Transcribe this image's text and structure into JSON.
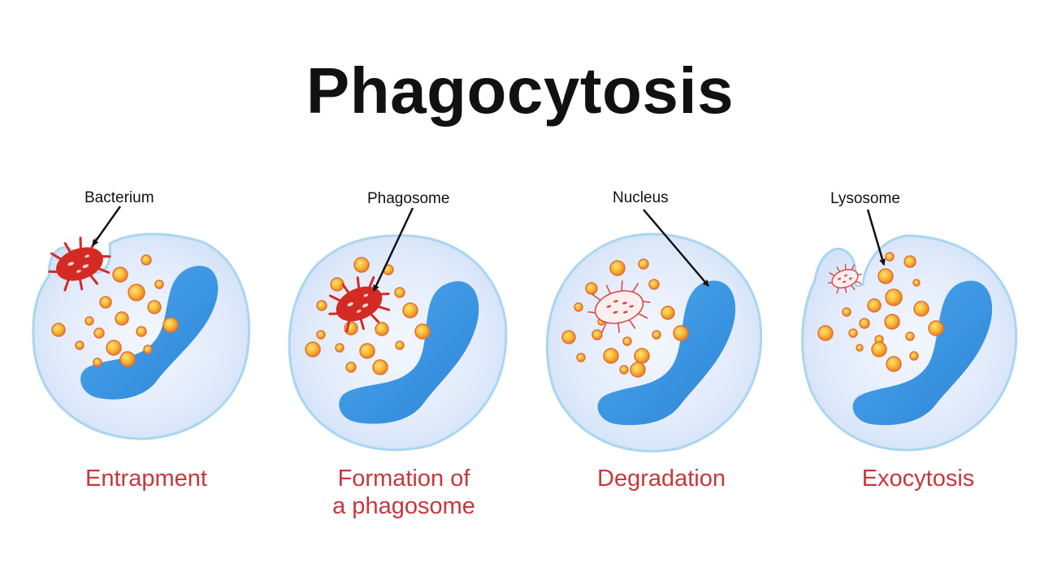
{
  "title": "Phagocytosis",
  "colors": {
    "cell_fill": "#e3ecfb",
    "cell_border": "#a9d6f0",
    "cytoplasm_center": "#eef3fd",
    "nucleus": "#3f9be6",
    "granule": "#f7b52c",
    "granule_rim": "#e0703a",
    "bacterium": "#d42a24",
    "label_red": "#c8373a",
    "text_dark": "#111111"
  },
  "callouts": {
    "bacterium": "Bacterium",
    "phagosome": "Phagosome",
    "nucleus": "Nucleus",
    "lysosome": "Lysosome"
  },
  "stages": [
    {
      "line1": "Entrapment",
      "line2": ""
    },
    {
      "line1": "Formation of",
      "line2": "a phagosome"
    },
    {
      "line1": "Degradation",
      "line2": ""
    },
    {
      "line1": "Exocytosis",
      "line2": ""
    }
  ]
}
